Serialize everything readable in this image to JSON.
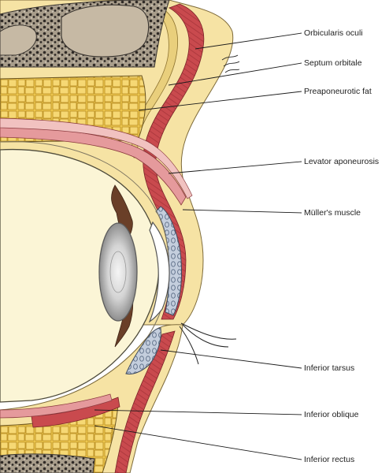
{
  "diagram": {
    "labels": {
      "orbicularis_oculi": "Orbicularis oculi",
      "septum_orbitale": "Septum orbitale",
      "preaponeurotic_fat": "Preaponeurotic fat",
      "levator_aponeurosis": "Levator aponeurosis",
      "muller_muscle": "Müller's muscle",
      "inferior_tarsus": "Inferior tarsus",
      "inferior_oblique": "Inferior oblique",
      "inferior_rectus": "Inferior rectus"
    },
    "colors": {
      "bone": "#9b9080",
      "bone_texture": "#3a3530",
      "sinus": "#c6b9a4",
      "fat": "#f2cc54",
      "fat_outline": "#b58a1e",
      "muscle": "#c94a4e",
      "muscle_light": "#e59a9c",
      "skin": "#f6e3a4",
      "septum": "#e9cf7c",
      "tarsus": "#c4cedd",
      "eyeball": "#fbf5d6",
      "cornea": "#d9d9d9",
      "pigment": "#6a3f28"
    }
  }
}
